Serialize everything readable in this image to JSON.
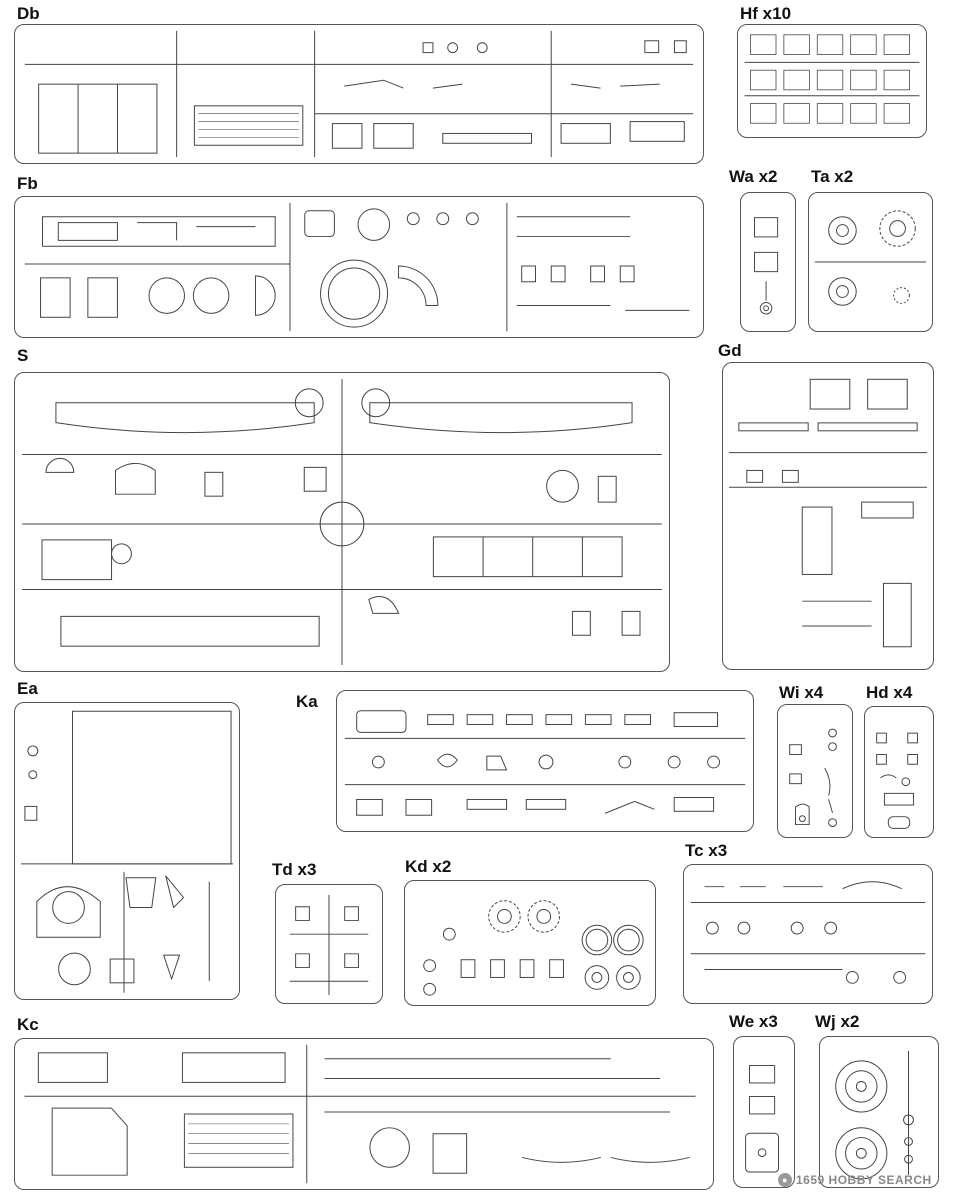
{
  "sprue_labels": {
    "db": "Db",
    "hf": "Hf x10",
    "fb": "Fb",
    "wa": "Wa x2",
    "ta": "Ta x2",
    "s": "S",
    "gd": "Gd",
    "ea": "Ea",
    "ka": "Ka",
    "wi": "Wi x4",
    "hd": "Hd x4",
    "td": "Td x3",
    "kd": "Kd x2",
    "tc": "Tc x3",
    "kc": "Kc",
    "we": "We x3",
    "wj": "Wj x2"
  },
  "watermark": {
    "brand": "1659 HOBBY SEARCH",
    "icon": "hobby-search-logo-icon"
  }
}
